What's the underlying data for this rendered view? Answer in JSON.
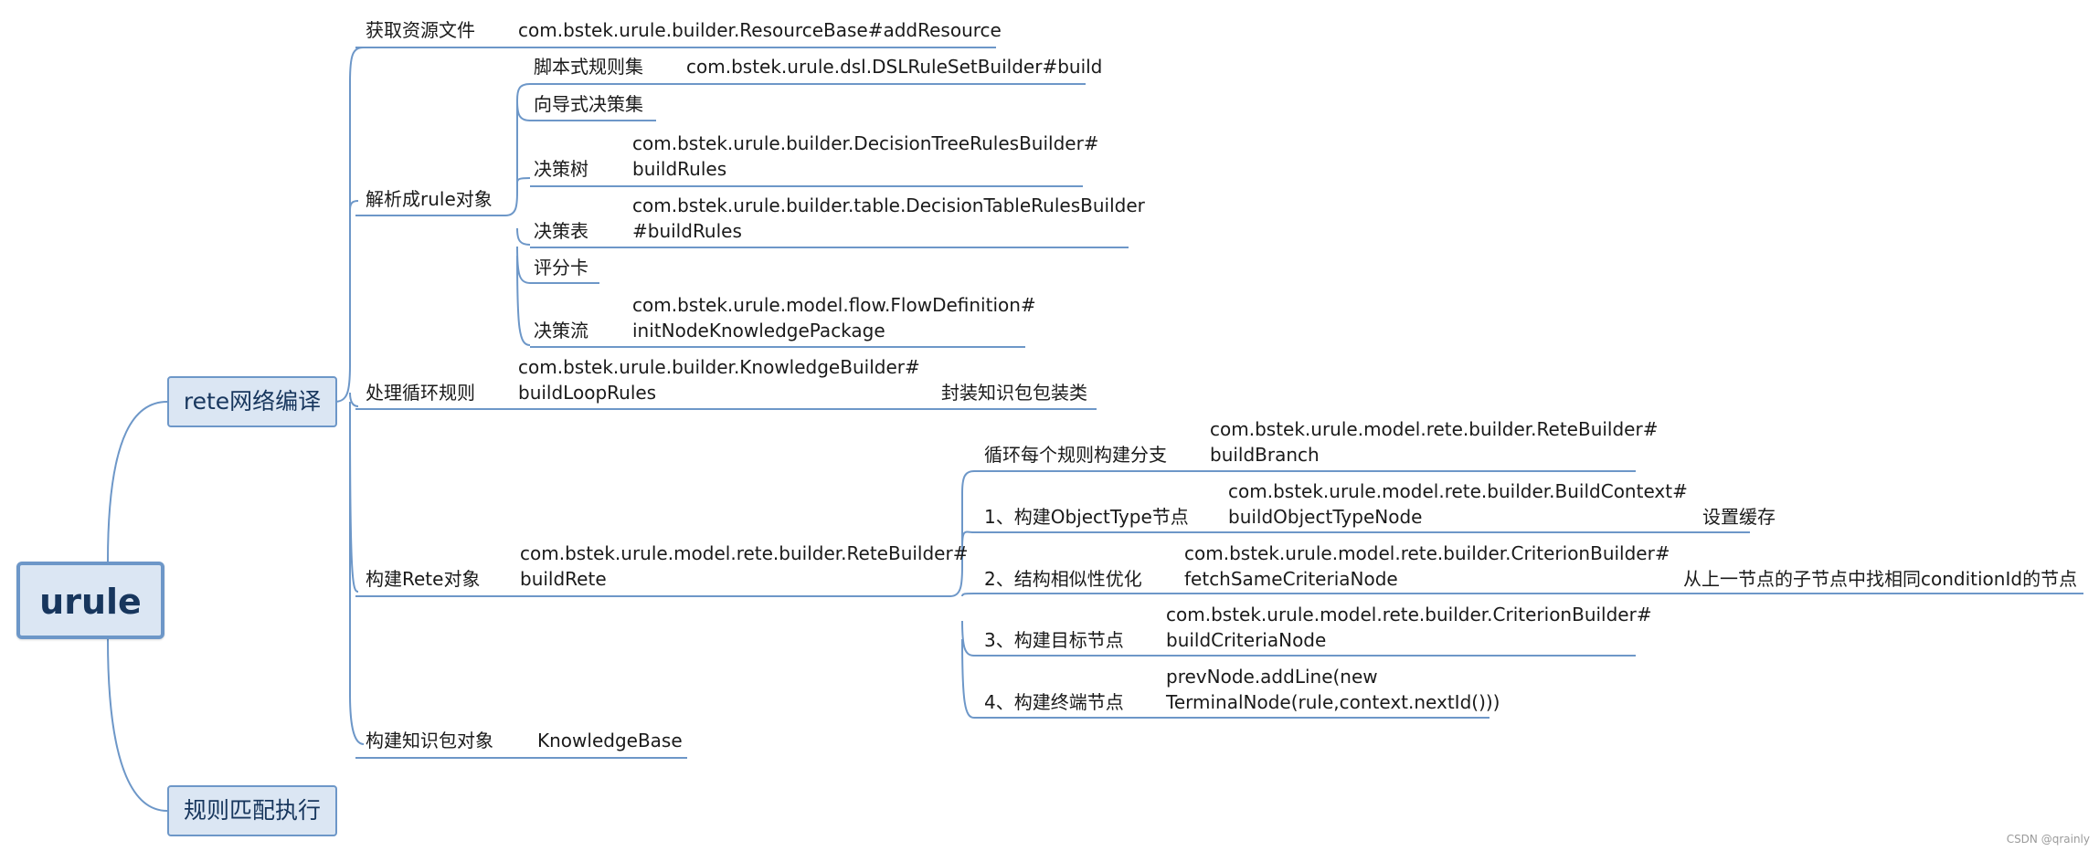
{
  "root": "urule",
  "branches": {
    "rete": "rete网络编译",
    "exec": "规则匹配执行"
  },
  "rete": {
    "get_res": {
      "label": "获取资源文件",
      "detail": "com.bstek.urule.builder.ResourceBase#addResource"
    },
    "parse": {
      "label": "解析成rule对象",
      "children": {
        "script": {
          "label": "脚本式规则集",
          "detail": "com.bstek.urule.dsl.DSLRuleSetBuilder#build"
        },
        "wizard": {
          "label": "向导式决策集"
        },
        "tree": {
          "label": "决策树",
          "detail1": "com.bstek.urule.builder.DecisionTreeRulesBuilder#",
          "detail2": "buildRules"
        },
        "table": {
          "label": "决策表",
          "detail1": "com.bstek.urule.builder.table.DecisionTableRulesBuilder",
          "detail2": "#buildRules"
        },
        "score": {
          "label": "评分卡"
        },
        "flow": {
          "label": "决策流",
          "detail1": "com.bstek.urule.model.flow.FlowDefinition#",
          "detail2": "initNodeKnowledgePackage"
        }
      }
    },
    "loop": {
      "label": "处理循环规则",
      "detail1": "com.bstek.urule.builder.KnowledgeBuilder#",
      "detail2": "buildLoopRules",
      "note": "封装知识包包装类"
    },
    "build_rete": {
      "label": "构建Rete对象",
      "detail1": "com.bstek.urule.model.rete.builder.ReteBuilder#",
      "detail2": "buildRete",
      "steps": {
        "s0": {
          "label": "循环每个规则构建分支",
          "detail1": "com.bstek.urule.model.rete.builder.ReteBuilder#",
          "detail2": "buildBranch"
        },
        "s1": {
          "label": "1、构建ObjectType节点",
          "detail1": "com.bstek.urule.model.rete.builder.BuildContext#",
          "detail2": "buildObjectTypeNode",
          "note": "设置缓存"
        },
        "s2": {
          "label": "2、结构相似性优化",
          "detail1": "com.bstek.urule.model.rete.builder.CriterionBuilder#",
          "detail2": "fetchSameCriteriaNode",
          "note": "从上一节点的子节点中找相同conditionId的节点"
        },
        "s3": {
          "label": "3、构建目标节点",
          "detail1": "com.bstek.urule.model.rete.builder.CriterionBuilder#",
          "detail2": "buildCriteriaNode"
        },
        "s4": {
          "label": "4、构建终端节点",
          "detail1": "prevNode.addLine(new",
          "detail2": "TerminalNode(rule,context.nextId()))"
        }
      }
    },
    "kb": {
      "label": "构建知识包对象",
      "detail": "KnowledgeBase"
    }
  },
  "credit": "CSDN @qrainly",
  "colors": {
    "line": "#6d97c8",
    "box_fill": "#dbe6f3",
    "box_border": "#6d97c8",
    "root_text": "#17365d"
  }
}
